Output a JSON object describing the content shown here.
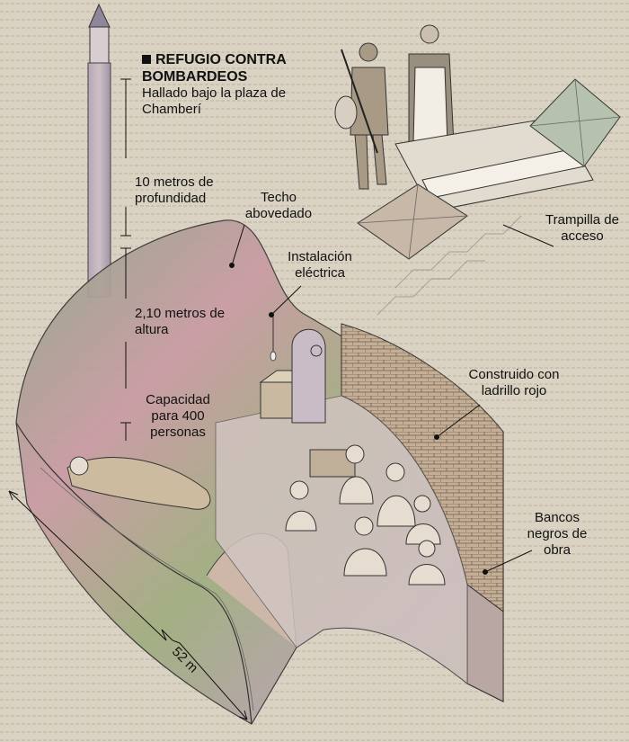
{
  "title": "REFUGIO CONTRA BOMBARDEOS",
  "subtitle": "Hallado bajo la plaza de Chamberí",
  "labels": {
    "depth": "10 metros de profundidad",
    "roof": "Techo abovedado",
    "electric": "Instalación eléctrica",
    "height": "2,10 metros de altura",
    "capacity": "Capacidad para 400 personas",
    "brick": "Construido con ladrillo rojo",
    "hatch": "Trampilla de acceso",
    "benches": "Bancos negros de obra",
    "length": "52 m"
  },
  "colors": {
    "background": "#d9d1c0",
    "text": "#111111"
  }
}
